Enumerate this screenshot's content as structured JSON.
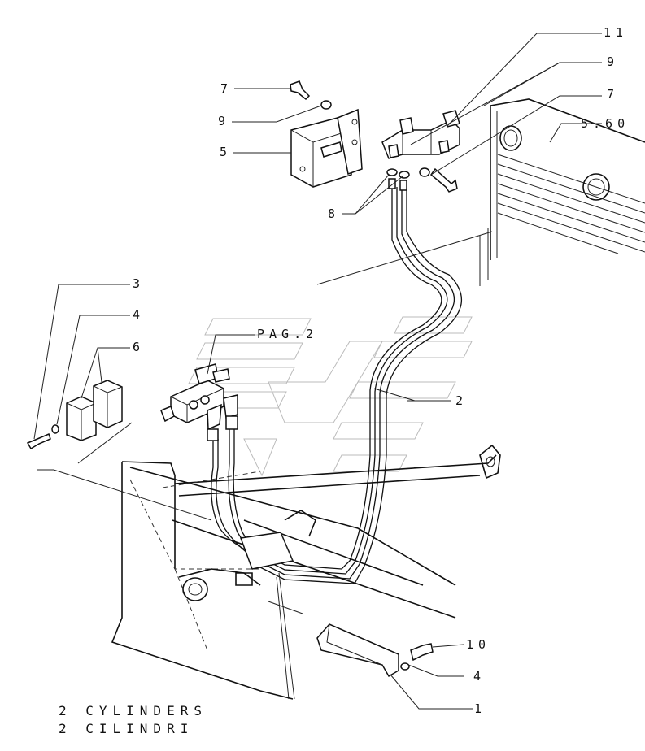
{
  "callouts": {
    "c11": "11",
    "c9a": "9",
    "c7a": "7",
    "c560": "5.60",
    "c7b": "7",
    "c9b": "9",
    "c5": "5",
    "c8": "8",
    "c3": "3",
    "c4a": "4",
    "c6": "6",
    "pag": "PAG.2",
    "c2": "2",
    "c10": "10",
    "c4b": "4",
    "c1": "1"
  },
  "caption": {
    "line1": "2 CYLINDERS",
    "line2": "2 CILINDRI"
  }
}
